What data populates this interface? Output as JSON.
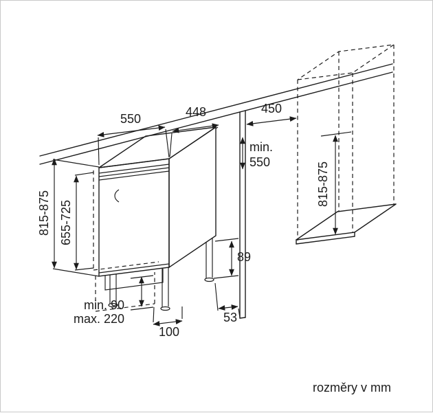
{
  "caption": "rozměry v mm",
  "colors": {
    "line": "#1c1c1c",
    "background": "#ffffff",
    "frame": "#c9c9c9"
  },
  "dimensions": {
    "unit_top_left": "550",
    "unit_top_right": "448",
    "niche_width": "450",
    "niche_depth_prefix": "min.",
    "niche_depth_value": "550",
    "niche_height_left": "815-875",
    "furniture_door_height": "655-725",
    "niche_height_right": "815-875",
    "base_height": "89",
    "rear_gap": "53",
    "foot_distance": "100",
    "plinth_min": "min. 90",
    "plinth_max": "max. 220"
  }
}
